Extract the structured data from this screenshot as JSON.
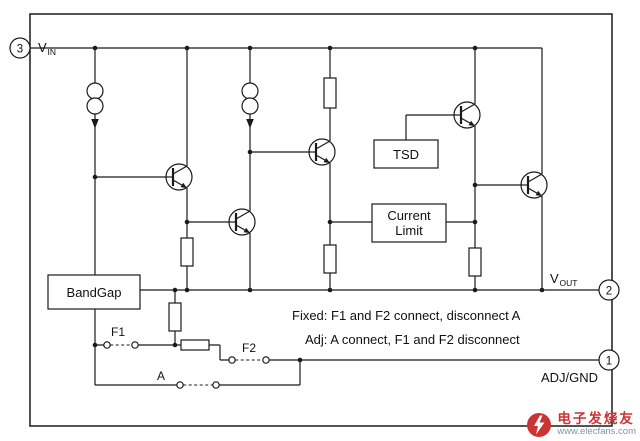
{
  "pins": {
    "vin": {
      "number": "3",
      "label_main": "V",
      "label_sub": "IN"
    },
    "vout": {
      "number": "2",
      "label_main": "V",
      "label_sub": "OUT"
    },
    "adj": {
      "number": "1",
      "label": "ADJ/GND"
    }
  },
  "blocks": {
    "tsd": "TSD",
    "current_limit": {
      "line1": "Current",
      "line2": "Limit"
    },
    "bandgap": "BandGap"
  },
  "switches": {
    "f1": "F1",
    "f2": "F2",
    "a": "A"
  },
  "notes": {
    "fixed": "Fixed:  F1 and F2 connect, disconnect A",
    "adj": "Adj:  A connect, F1 and F2 disconnect"
  },
  "watermark": {
    "title": "电子发烧友",
    "url": "www.elecfans.com"
  },
  "colors": {
    "line": "#1a1a1a",
    "watermark_red": "#cc3333",
    "watermark_gray": "#7d93a8"
  }
}
